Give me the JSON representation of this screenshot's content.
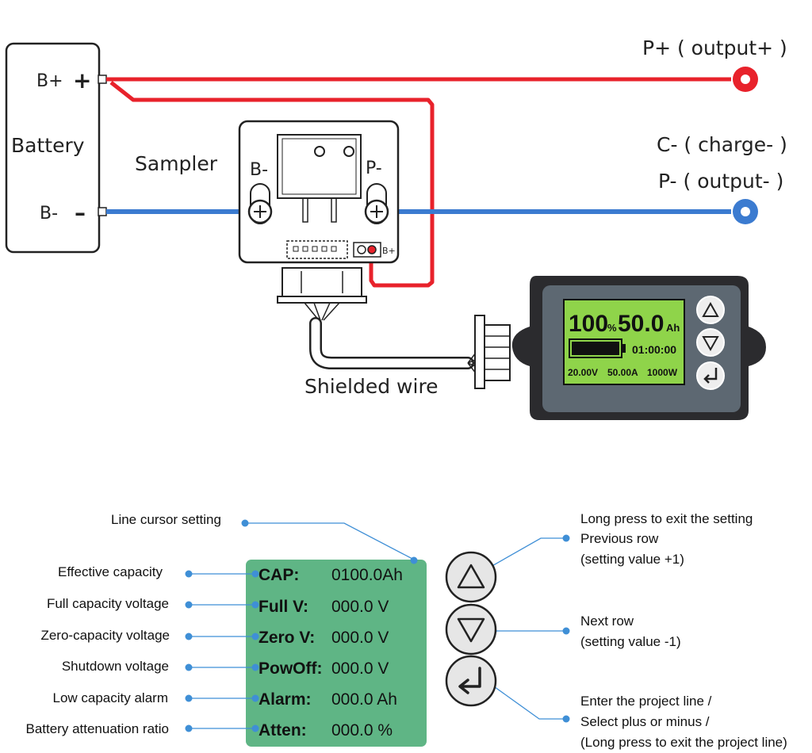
{
  "wiring": {
    "battery_title": "Battery",
    "battery_pos_label": "B+",
    "battery_pos_sign": "+",
    "battery_neg_label": "B-",
    "battery_neg_sign": "–",
    "sampler_title": "Sampler",
    "sampler_b_minus": "B-",
    "sampler_p_minus": "P-",
    "sampler_b_plus": "B+",
    "output_plus": "P+ ( output+ )",
    "charge_minus": "C- ( charge- )",
    "output_minus": "P- ( output- )",
    "shielded_wire": "Shielded wire",
    "colors": {
      "positive_wire": "#e8222b",
      "negative_wire": "#3b7bd0",
      "lcd_green": "#8fd44a"
    }
  },
  "monitor_display": {
    "percent_value": "100",
    "percent_unit": "%",
    "capacity_value": "50.0",
    "capacity_unit": "Ah",
    "time": "01:00:00",
    "voltage": "20.00V",
    "current": "50.00A",
    "power": "1000W",
    "battery_level": 1.0
  },
  "settings_panel": {
    "cursor_label": "Line cursor setting",
    "rows": [
      {
        "label": "Effective capacity",
        "key": "CAP:",
        "value": "0100.0Ah"
      },
      {
        "label": "Full capacity voltage",
        "key": "Full V:",
        "value": "000.0 V"
      },
      {
        "label": "Zero-capacity voltage",
        "key": "Zero V:",
        "value": "000.0 V"
      },
      {
        "label": "Shutdown voltage",
        "key": "PowOff:",
        "value": "000.0 V"
      },
      {
        "label": "Low capacity alarm",
        "key": "Alarm:",
        "value": "000.0 Ah"
      },
      {
        "label": "Battery attenuation ratio",
        "key": "Atten:",
        "value": "000.0 %"
      }
    ],
    "colors": {
      "panel": "#5fb585",
      "leader": "#3f8fd6"
    }
  },
  "button_help": {
    "up": {
      "line1": "Long press to exit the setting",
      "line2": "Previous row",
      "line3": "(setting value +1)"
    },
    "down": {
      "line1": "Next row",
      "line2": "(setting value -1)"
    },
    "enter": {
      "line1": "Enter the project line /",
      "line2": "Select plus or minus /",
      "line3": "(Long press to exit the project line)"
    }
  }
}
